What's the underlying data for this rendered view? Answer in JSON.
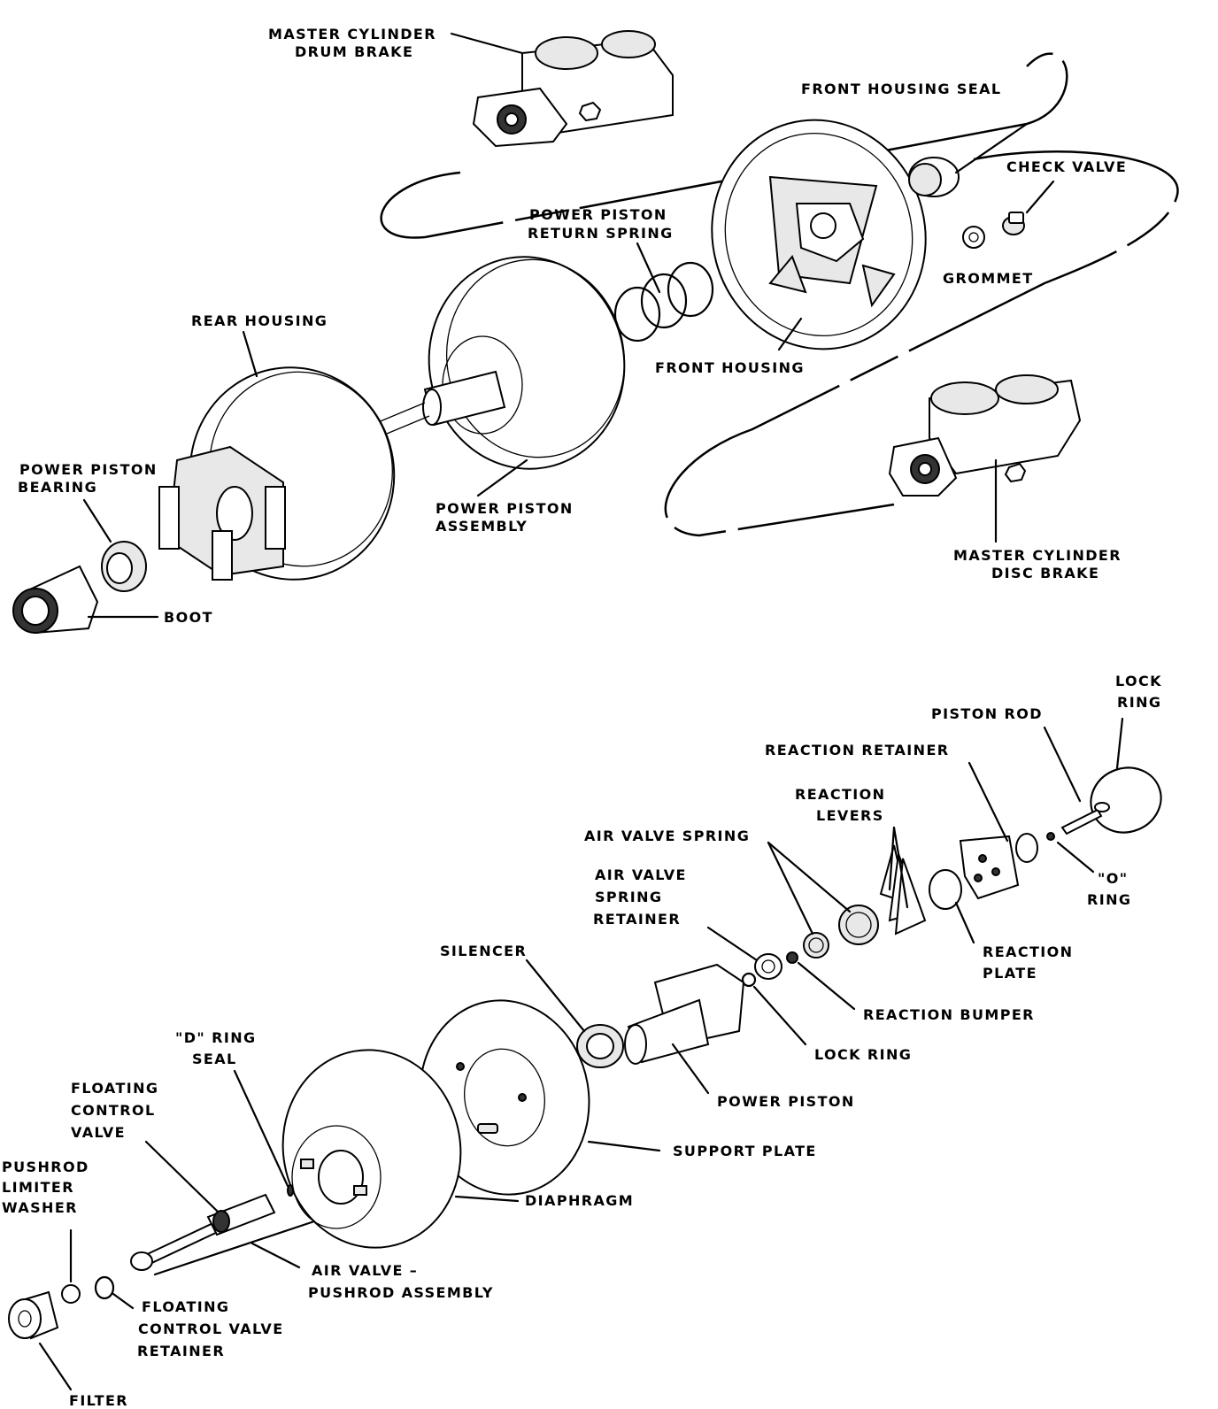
{
  "labels": {
    "master_cylinder_drum": [
      "MASTER CYLINDER",
      "DRUM BRAKE"
    ],
    "front_housing_seal": [
      "FRONT HOUSING SEAL"
    ],
    "check_valve": [
      "CHECK VALVE"
    ],
    "power_piston_return_spring": [
      "POWER PISTON",
      "RETURN SPRING"
    ],
    "grommet": [
      "GROMMET"
    ],
    "rear_housing": [
      "REAR HOUSING"
    ],
    "front_housing": [
      "FRONT HOUSING"
    ],
    "power_piston_bearing": [
      "POWER PISTON",
      "BEARING"
    ],
    "power_piston_assembly": [
      "POWER PISTON",
      "ASSEMBLY"
    ],
    "master_cylinder_disc": [
      "MASTER CYLINDER",
      "DISC BRAKE"
    ],
    "boot": [
      "BOOT"
    ],
    "lock_ring_top": [
      "LOCK",
      "RING"
    ],
    "piston_rod": [
      "PISTON ROD"
    ],
    "reaction_retainer": [
      "REACTION RETAINER"
    ],
    "reaction_levers": [
      "REACTION",
      "LEVERS"
    ],
    "air_valve_spring": [
      "AIR VALVE SPRING"
    ],
    "o_ring": [
      "\"O\"",
      "RING"
    ],
    "air_valve_spring_retainer": [
      "AIR VALVE",
      "SPRING",
      "RETAINER"
    ],
    "reaction_plate": [
      "REACTION",
      "PLATE"
    ],
    "silencer": [
      "SILENCER"
    ],
    "reaction_bumper": [
      "REACTION BUMPER"
    ],
    "lock_ring_bottom": [
      "LOCK RING"
    ],
    "d_ring_seal": [
      "\"D\" RING",
      "SEAL"
    ],
    "power_piston": [
      "POWER PISTON"
    ],
    "floating_control_valve": [
      "FLOATING",
      "CONTROL",
      "VALVE"
    ],
    "support_plate": [
      "SUPPORT PLATE"
    ],
    "pushrod_limiter_washer": [
      "PUSHROD",
      "LIMITER",
      "WASHER"
    ],
    "diaphragm": [
      "DIAPHRAGM"
    ],
    "air_valve_pushrod_assembly": [
      "AIR VALVE –",
      "PUSHROD ASSEMBLY"
    ],
    "floating_control_valve_retainer": [
      "FLOATING",
      "CONTROL VALVE",
      "RETAINER"
    ],
    "filter": [
      "FILTER"
    ]
  }
}
